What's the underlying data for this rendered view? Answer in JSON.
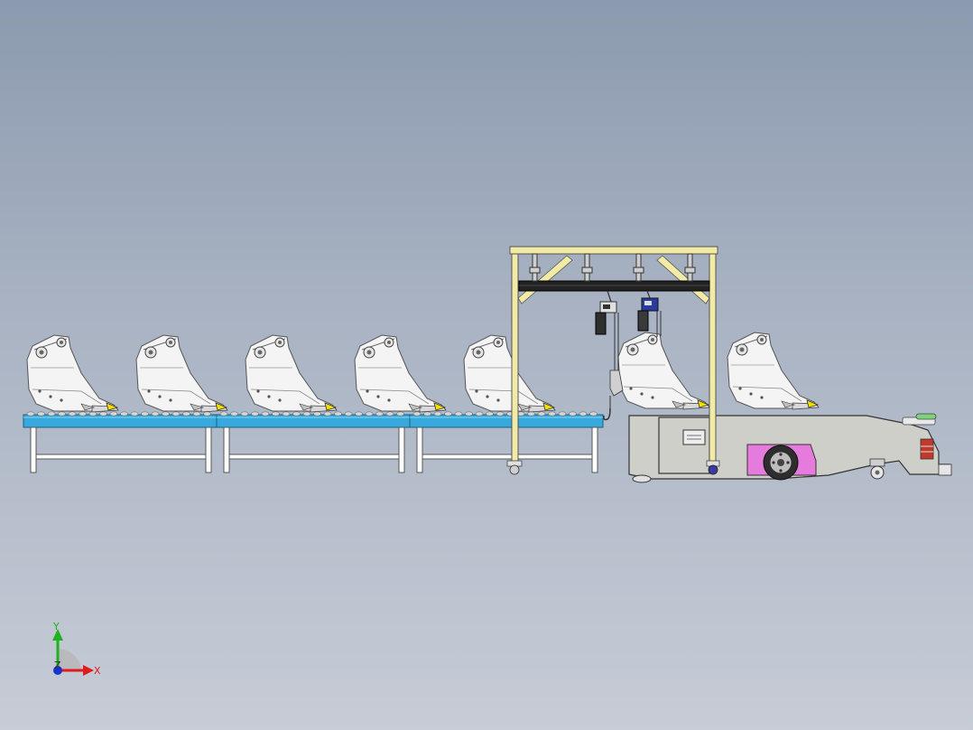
{
  "viewport": {
    "background_top": "#8c9aaf",
    "background_bottom": "#c7ccd6"
  },
  "model": {
    "bucket_count": 7,
    "conveyor_section_count": 3,
    "hoist_count": 2,
    "colors": {
      "conveyor_belt": "#37a9dc",
      "conveyor_frame": "#ffffff",
      "gantry_frame": "#f2eba5",
      "gantry_beam": "#222222",
      "agv_body": "#cfcfca",
      "agv_drive": "#e57bdc",
      "bucket": "#f4f4f4",
      "bucket_tip": "#f2e000",
      "hoist_left": "#d8d8d8",
      "hoist_right": "#2a3aa0"
    }
  },
  "triad": {
    "x_label": "X",
    "y_label": "Y",
    "z_label": "Z",
    "x_color": "#e01b1b",
    "y_color": "#1fb21f",
    "origin_color": "#1733d1"
  }
}
